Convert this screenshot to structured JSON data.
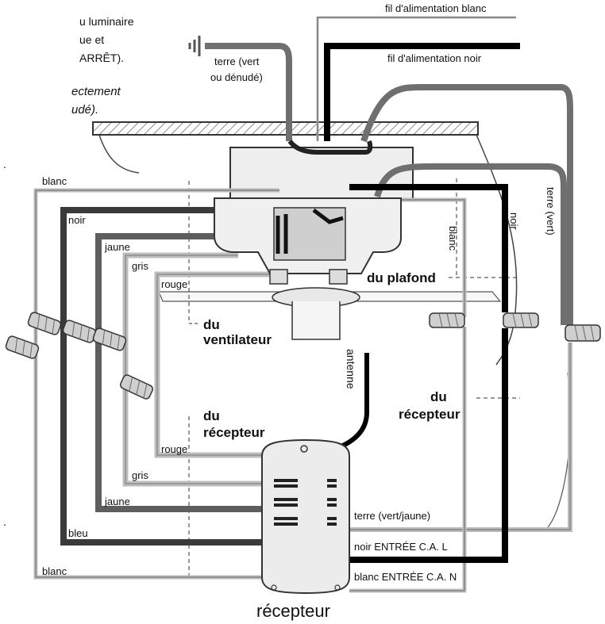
{
  "side_text": {
    "line1": "u luminaire",
    "line2": "ue et",
    "line3": "ARRÊT).",
    "line4": "ectement",
    "line5": "udé).",
    "mark1": ".",
    "mark2": "."
  },
  "labels": {
    "supply_white": "fil d'alimentation blanc",
    "supply_black": "fil d'alimentation noir",
    "ground_top_1": "terre (vert",
    "ground_top_2": "ou dénudé)",
    "white_left": "blanc",
    "black_left": "noir",
    "yellow_left": "jaune",
    "gray_left": "gris",
    "red_left": "rouge",
    "from_fan_1": "du",
    "from_fan_2": "ventilateur",
    "from_ceiling": "du plafond",
    "white_vertical": "blanc",
    "black_vertical": "noir",
    "ground_vertical": "terre (vert)",
    "antenna": "antenne",
    "from_receiver_right_1": "du",
    "from_receiver_right_2": "récepteur",
    "from_receiver_left_1": "du",
    "from_receiver_left_2": "récepteur",
    "red_bottom": "rouge",
    "gray_bottom": "gris",
    "yellow_bottom": "jaune",
    "blue_bottom": "bleu",
    "white_bottom": "blanc",
    "ground_receiver": "terre (vert/jaune)",
    "black_ac_in": "noir ENTRÉE C.A. L",
    "white_ac_in": "blanc ENTRÉE C.A. N",
    "receiver": "récepteur"
  },
  "colors": {
    "dark_wire": "#2a2a2a",
    "gray_wire": "#7a7a7a",
    "light_wire": "#bdbdbd",
    "outline": "#333333",
    "fixture_fill": "#eeeeee"
  }
}
